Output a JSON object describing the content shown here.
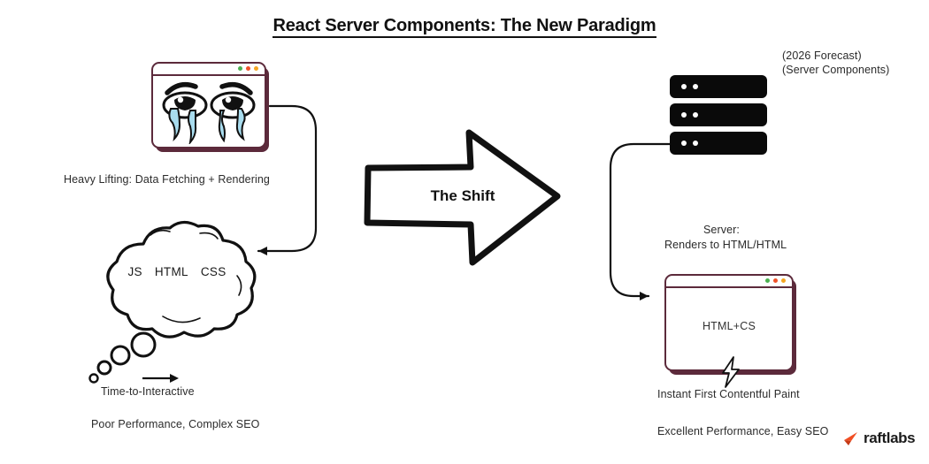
{
  "page": {
    "title": "React Server Components: The New Paradigm",
    "background": "#ffffff"
  },
  "colors": {
    "browser_frame": "#5c2a3b",
    "server_black": "#0a0a0a",
    "tear_blue": "#a8dcee",
    "brand_orange": "#f04e23",
    "text": "#2b2b2b",
    "dot_green": "#4cb050",
    "dot_red": "#f0522a",
    "dot_yellow": "#f5a623"
  },
  "left_side": {
    "browser": {
      "name": "client-browser-window",
      "content_icon": "crying-face-emoji",
      "dots": [
        "green",
        "red",
        "yellow"
      ]
    },
    "heavy_lifting_label": "Heavy Lifting: Data Fetching + Rendering",
    "thought_cloud": {
      "icon": "thought-cloud",
      "words": [
        "JS",
        "HTML",
        "CSS"
      ]
    },
    "time_to_interactive_label": "Time-to-Interactive",
    "summary_label": "Poor Performance, Complex SEO"
  },
  "center": {
    "arrow_label": "The Shift",
    "arrow_icon": "right-arrow-shape"
  },
  "right_side": {
    "forecast_label": "(2026 Forecast)",
    "server_components_label": "(Server Components)",
    "server_stack": {
      "icon": "server-rack",
      "units": [
        {
          "leds": 2
        },
        {
          "leds": 2
        },
        {
          "leds": 2
        }
      ]
    },
    "server_role_line1": "Server:",
    "server_role_line2": "Renders to HTML/HTML",
    "browser": {
      "name": "server-rendered-browser-window",
      "content_text": "HTML+CS",
      "dots": [
        "green",
        "red",
        "yellow"
      ]
    },
    "fcp_label": "Instant First Contentful Paint",
    "fcp_icon": "lightning-bolt-icon",
    "summary_label": "Excellent Performance, Easy SEO"
  },
  "branding": {
    "wordmark": "raftlabs",
    "mark_icon": "raftlabs-arrow-mark"
  }
}
